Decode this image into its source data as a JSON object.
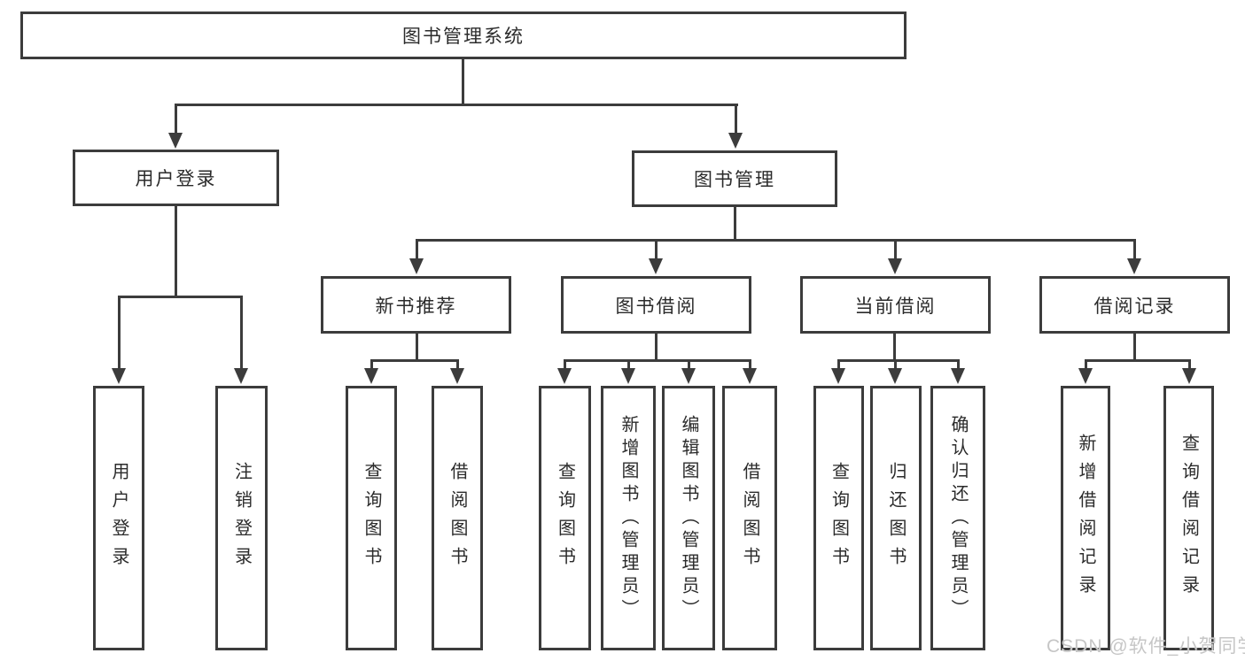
{
  "diagram": {
    "root": {
      "label": "图书管理系统"
    },
    "branches": [
      {
        "label": "用户登录",
        "children": [
          {
            "label": "用户登录"
          },
          {
            "label": "注销登录"
          }
        ]
      },
      {
        "label": "图书管理",
        "children": [
          {
            "label": "新书推荐",
            "children": [
              {
                "label": "查询图书"
              },
              {
                "label": "借阅图书"
              }
            ]
          },
          {
            "label": "图书借阅",
            "children": [
              {
                "label": "查询图书"
              },
              {
                "label": "新增图书（管理员）"
              },
              {
                "label": "编辑图书（管理员）"
              },
              {
                "label": "借阅图书"
              }
            ]
          },
          {
            "label": "当前借阅",
            "children": [
              {
                "label": "查询图书"
              },
              {
                "label": "归还图书"
              },
              {
                "label": "确认归还（管理员）"
              }
            ]
          },
          {
            "label": "借阅记录",
            "children": [
              {
                "label": "新增借阅记录"
              },
              {
                "label": "查询借阅记录"
              }
            ]
          }
        ]
      }
    ]
  },
  "watermark": {
    "text": "CSDN @软件_小贺同学"
  },
  "colors": {
    "line": "#3c3c3c",
    "text": "#2b2b2b",
    "background": "#ffffff",
    "watermark": "#c6c6c6"
  }
}
